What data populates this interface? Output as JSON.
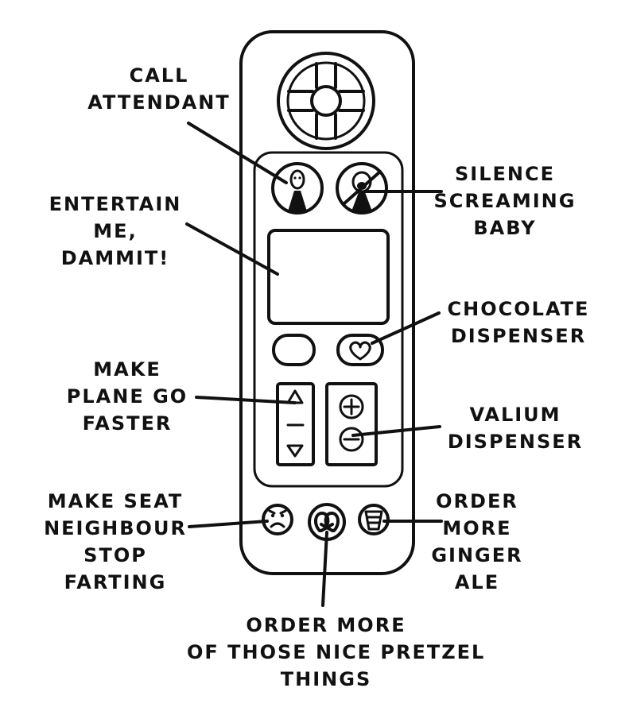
{
  "labels": {
    "call_attendant": [
      "CALL",
      "ATTENDANT"
    ],
    "entertain_me": [
      "ENTERTAIN",
      "ME,",
      "DAMMIT!"
    ],
    "make_plane_faster": [
      "MAKE",
      "PLANE GO",
      "FASTER"
    ],
    "make_seat_neighbour": [
      "MAKE SEAT",
      "NEIGHBOUR",
      "STOP",
      "FARTING"
    ],
    "order_pretzels": [
      "ORDER MORE",
      "OF THOSE NICE PRETZEL",
      "THINGS"
    ],
    "silence_baby": [
      "SILENCE",
      "SCREAMING",
      "BABY"
    ],
    "chocolate": [
      "CHOCOLATE",
      "DISPENSER"
    ],
    "valium": [
      "VALIUM",
      "DISPENSER"
    ],
    "ginger_ale": [
      "ORDER",
      "MORE",
      "GINGER",
      "ALE"
    ]
  },
  "icons": {
    "dpad": "dpad-icon",
    "attendant": "attendant-person-icon",
    "baby": "screaming-baby-icon",
    "heart": "heart-icon",
    "up": "triangle-up-icon",
    "down": "triangle-down-icon",
    "plus": "plus-icon",
    "minus": "minus-icon",
    "sad": "sad-face-icon",
    "pretzel": "pretzel-icon",
    "cup": "cup-icon"
  }
}
